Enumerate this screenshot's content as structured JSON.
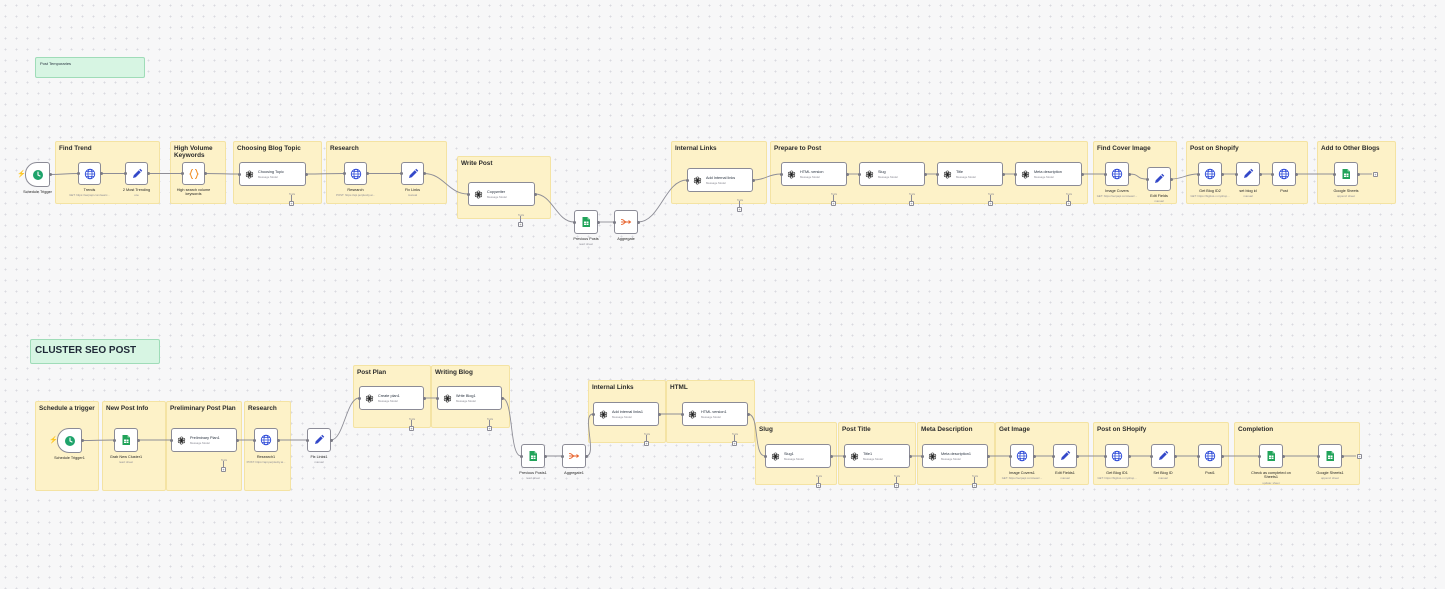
{
  "icons": {
    "schedule": "clock-icon",
    "http": "globe-icon",
    "set": "pencil-icon",
    "code": "code-braces-icon",
    "openai": "openai-icon",
    "sheets": "google-sheets-icon",
    "aggregate": "aggregate-icon"
  },
  "colors": {
    "group_fill": "#fdf2c8",
    "sticky_green": "#d7f5e3",
    "schedule_green": "#1ea36b",
    "globe_blue": "#2f4cd8",
    "pencil_blue": "#3348c9",
    "code_orange": "#f08a1d",
    "sheets_green": "#21a35a",
    "aggregate_orange": "#e8632d",
    "trigger_bolt": "#e34b4b"
  },
  "stickies": [
    {
      "text": "Post Temporaries"
    },
    {
      "text": "CLUSTER SEO POST"
    }
  ],
  "groups": [
    {
      "label": "Find Trend"
    },
    {
      "label": "High Volume Keywords"
    },
    {
      "label": "Choosing Blog Topic"
    },
    {
      "label": "Research"
    },
    {
      "label": "Write Post"
    },
    {
      "label": "Internal Links"
    },
    {
      "label": "Prepare to Post"
    },
    {
      "label": "Find Cover Image"
    },
    {
      "label": "Post on Shopify"
    },
    {
      "label": "Add to Other Blogs"
    },
    {
      "label": "Schedule a trigger"
    },
    {
      "label": "New Post Info"
    },
    {
      "label": "Preliminary Post Plan"
    },
    {
      "label": "Research"
    },
    {
      "label": "Post Plan"
    },
    {
      "label": "Writing Blog"
    },
    {
      "label": "Internal Links"
    },
    {
      "label": "HTML"
    },
    {
      "label": "Slug"
    },
    {
      "label": "Post Title"
    },
    {
      "label": "Meta Description"
    },
    {
      "label": "Get Image"
    },
    {
      "label": "Post on SHopify"
    },
    {
      "label": "Completion"
    }
  ],
  "nodes": [
    {
      "label": "Schedule Trigger",
      "sub": ""
    },
    {
      "label": "Trends",
      "sub": "GET: https://serpapi.com/searc..."
    },
    {
      "label": "2 Most Trending",
      "sub": "one"
    },
    {
      "label": "High search volume keywords",
      "sub": ""
    },
    {
      "label": "Choosing Topic",
      "sub": "Message Model"
    },
    {
      "label": "Research",
      "sub": "POST: https://api.perplexity.ai..."
    },
    {
      "label": "Fix Links",
      "sub": "manual"
    },
    {
      "label": "Copywriter",
      "sub": "Message Model"
    },
    {
      "label": "Previous Posts",
      "sub": "read: sheet"
    },
    {
      "label": "Aggregate",
      "sub": ""
    },
    {
      "label": "Add Internal links",
      "sub": "Message Model"
    },
    {
      "label": "HTML version",
      "sub": "Message Model"
    },
    {
      "label": "Slug",
      "sub": "Message Model"
    },
    {
      "label": "Title",
      "sub": "Message Model"
    },
    {
      "label": "Meta description",
      "sub": "Message Model"
    },
    {
      "label": "Image Covers",
      "sub": "GET: https://serpapi.com/searc..."
    },
    {
      "label": "Edit Fields",
      "sub": "manual"
    },
    {
      "label": "Get Blog ID2",
      "sub": "GET: https://bigfoot-x.myshop..."
    },
    {
      "label": "set blog id",
      "sub": "manual"
    },
    {
      "label": "Post",
      "sub": ""
    },
    {
      "label": "Google Sheets",
      "sub": "append: sheet"
    },
    {
      "label": "Schedule Trigger1",
      "sub": ""
    },
    {
      "label": "Grab New Cluster1",
      "sub": "read: sheet"
    },
    {
      "label": "Preliminary Plan1",
      "sub": "Message Model"
    },
    {
      "label": "Research1",
      "sub": "POST: https://api.perplexity.ai..."
    },
    {
      "label": "Fix Links1",
      "sub": "manual"
    },
    {
      "label": "Create plan1",
      "sub": "Message Model"
    },
    {
      "label": "Write Blog1",
      "sub": "Message Model"
    },
    {
      "label": "Previous Posts1",
      "sub": "read: sheet"
    },
    {
      "label": "Aggregate1",
      "sub": ""
    },
    {
      "label": "Add internal links1",
      "sub": "Message Model"
    },
    {
      "label": "HTML version1",
      "sub": "Message Model"
    },
    {
      "label": "Slug1",
      "sub": "Message Model"
    },
    {
      "label": "Title1",
      "sub": "Message Model"
    },
    {
      "label": "Meta description1",
      "sub": "Message Model"
    },
    {
      "label": "Image Covers1",
      "sub": "GET: https://serpapi.com/searc..."
    },
    {
      "label": "Edit Fields1",
      "sub": "manual"
    },
    {
      "label": "Get Blog ID1",
      "sub": "GET: https://bigfoot-x.myshop..."
    },
    {
      "label": "Set Blog ID",
      "sub": "manual"
    },
    {
      "label": "Post1",
      "sub": ""
    },
    {
      "label": "Check as completed on Sheets1",
      "sub": "update: sheet"
    },
    {
      "label": "Google Sheets1",
      "sub": "append: sheet"
    }
  ],
  "tool_label": "Tools",
  "plus_symbol": "+"
}
